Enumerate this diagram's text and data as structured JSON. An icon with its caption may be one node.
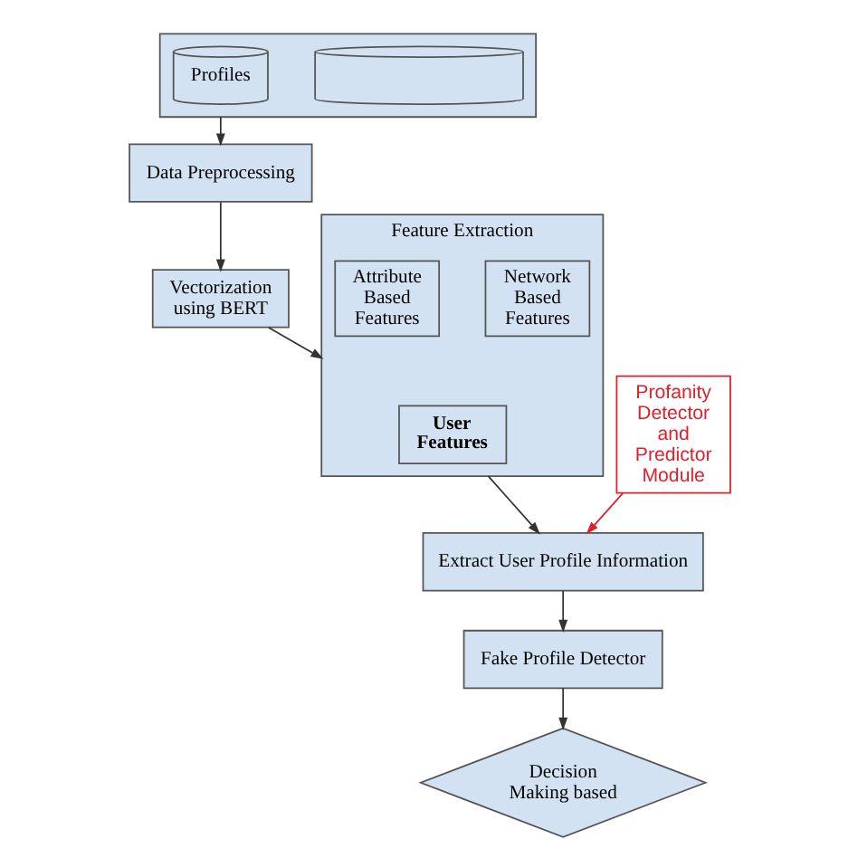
{
  "diagram": {
    "nodes": [
      {
        "text": [],
        "shape": "box"
      },
      {
        "text": [
          "Profiles"
        ],
        "in": 0
      },
      {
        "text": [],
        "shape": "cylinder",
        "in": 0
      },
      {
        "text": [
          "Data Preprocessing"
        ]
      },
      {
        "text": [
          "Vectorization using BERT"
        ]
      },
      {
        "text": [
          "Feature Extraction"
        ]
      },
      {
        "text": [
          "Attribute Based Features"
        ],
        "in": 5
      },
      {
        "text": [
          "Network Based Features"
        ],
        "in": 5
      },
      {
        "text": [
          "User Features"
        ],
        "in": 5
      },
      {
        "text": [
          "Profanity Detector and Predictor Module"
        ]
      },
      {
        "text": [
          "Extract User Profile Information"
        ]
      },
      {
        "text": [
          "Fake Profile Detector"
        ]
      },
      {
        "text": [
          "Decision Making based"
        ]
      }
    ],
    "edges": [
      {
        "from": 0,
        "to": 3,
        "arrow": "to"
      },
      {
        "from": 3,
        "to": 4,
        "arrow": "to"
      },
      {
        "from": 4,
        "to": 5,
        "arrow": "to"
      },
      {
        "from": 5,
        "to": 10,
        "arrow": "to"
      },
      {
        "from": 9,
        "to": 10,
        "arrow": "to",
        "color": "#e0202a"
      },
      {
        "from": 10,
        "to": 11,
        "arrow": "to"
      },
      {
        "from": 11,
        "to": 12,
        "arrow": "to"
      }
    ]
  }
}
